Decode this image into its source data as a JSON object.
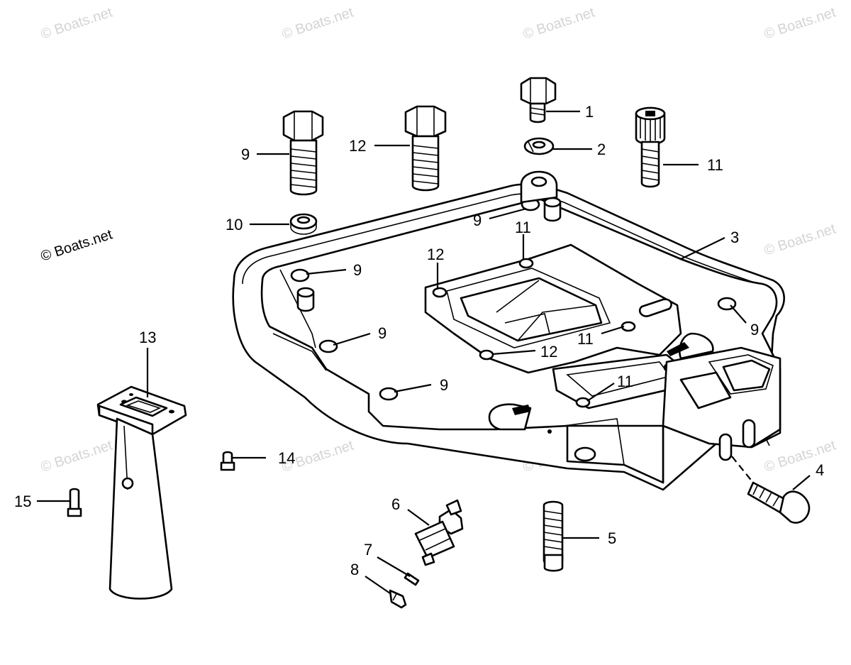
{
  "watermark": "© Boats.net",
  "callouts": {
    "c1": "1",
    "c2": "2",
    "c3": "3",
    "c4": "4",
    "c5": "5",
    "c6": "6",
    "c7": "7",
    "c8": "8",
    "c9a": "9",
    "c9b": "9",
    "c9c": "9",
    "c9d": "9",
    "c9e": "9",
    "c9f": "9",
    "c10": "10",
    "c11a": "11",
    "c11b": "11",
    "c11c": "11",
    "c11d": "11",
    "c12a": "12",
    "c12b": "12",
    "c12c": "12",
    "c13": "13",
    "c14": "14",
    "c15": "15"
  }
}
